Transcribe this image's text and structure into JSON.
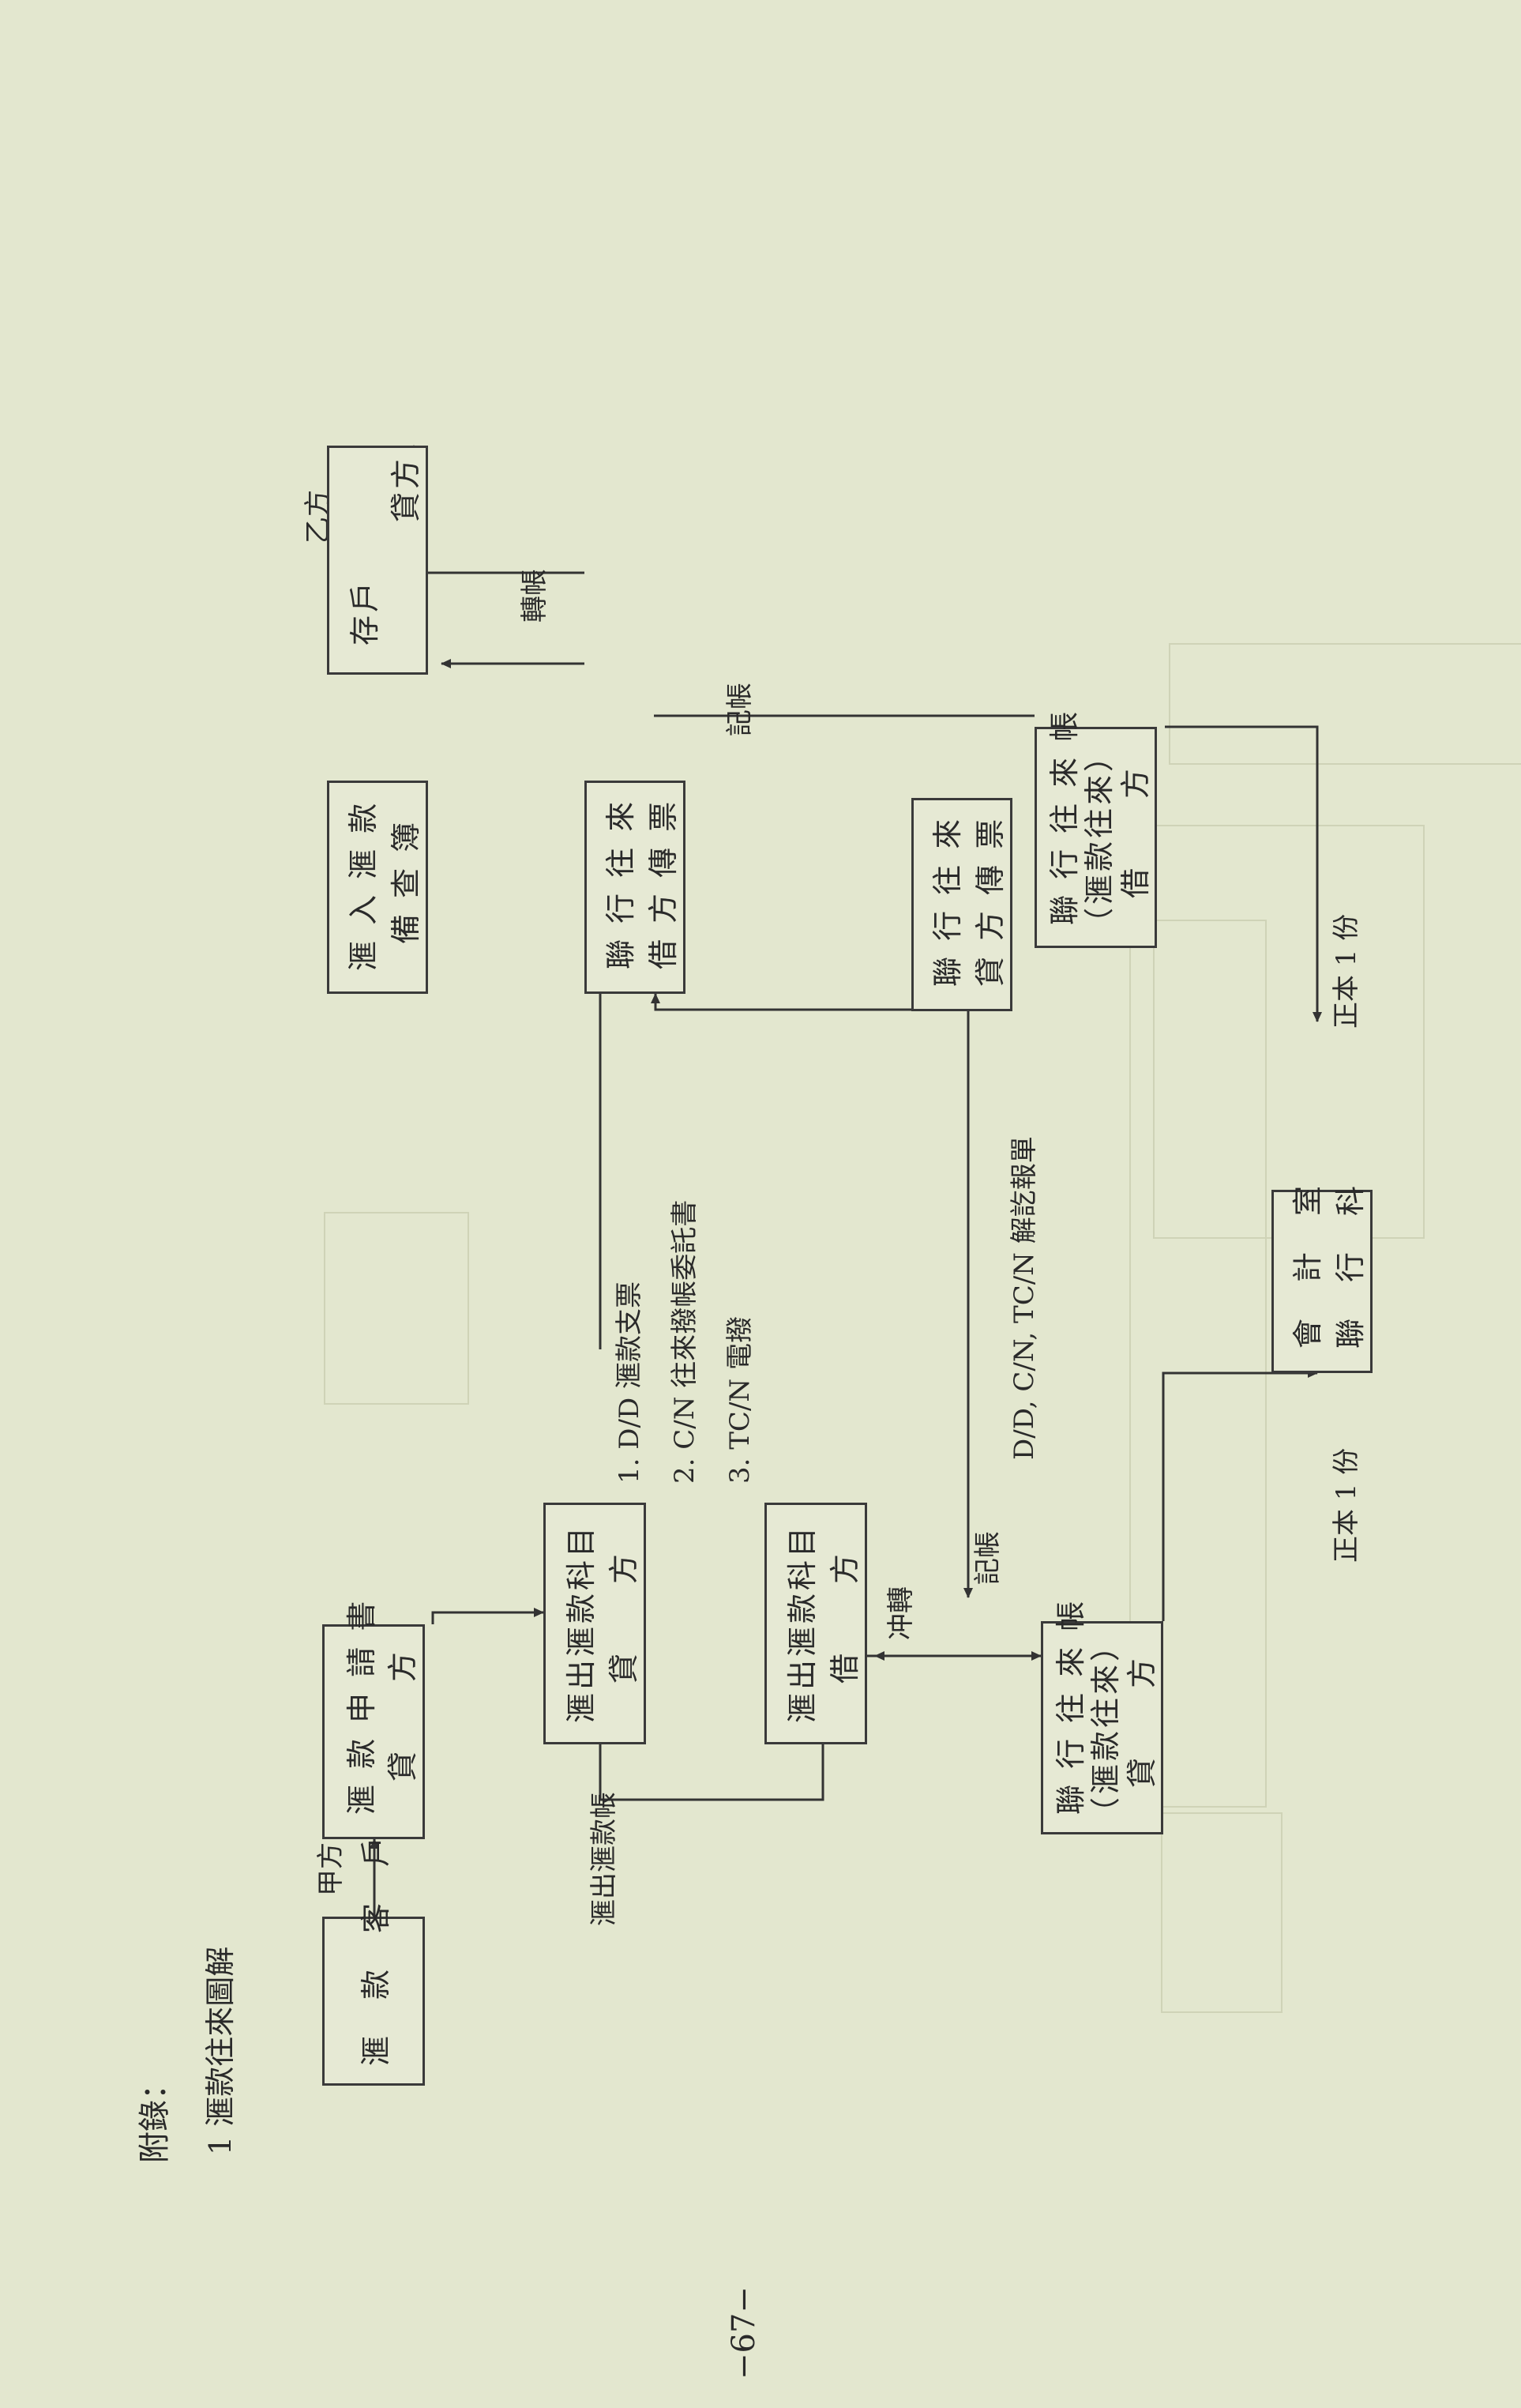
{
  "appendix": {
    "label": "附錄：",
    "item": "1 滙款往來圖解"
  },
  "page_number": "−67−",
  "sides": {
    "a": "甲方",
    "b": "乙方"
  },
  "boxes": {
    "remit_customer": "滙　款　客　戶",
    "remit_application": {
      "line1": "滙 款 申 請 書",
      "line2": "貸　　方"
    },
    "outward_credit": {
      "line1": "滙出滙款科目",
      "line2": "貸　　方"
    },
    "outward_debit": {
      "line1": "滙出滙款科目",
      "line2": "借　　方"
    },
    "branch_ledger_credit": {
      "line1": "聯 行 往 來 帳",
      "line2": "（滙款往來）",
      "line3": "貸　　方"
    },
    "inward_check_book": {
      "line1": "滙 入 滙 款",
      "line2": "備 查 簿"
    },
    "voucher_debit": {
      "line1": "聯 行 往 來",
      "line2": "借 方 傳 票"
    },
    "voucher_credit": {
      "line1": "聯 行 往 來",
      "line2": "貸 方 傳 票"
    },
    "deposit_credit": {
      "line1": "存戶",
      "line2": "貸方"
    },
    "branch_ledger_debit": {
      "line1": "聯 行 往 來 帳",
      "line2": "（滙款往來）",
      "line3": "借　　方"
    },
    "accounting": {
      "line1": "會　計　室",
      "line2": "聯　行　科"
    }
  },
  "labels": {
    "outward_account": "滙出滙款帳",
    "instruments": [
      "1. D/D 滙款支票",
      "2. C/N 往來撥帳委託書",
      "3. TC/N 電撥"
    ],
    "settlement": "D/D, C/N, TC/N 解訖報單",
    "offset": "冲轉",
    "record_1": "記帳",
    "record_2": "記帳",
    "transfer": "轉帳",
    "copy_1": "正本 1 份",
    "copy_2": "正本 1 份"
  }
}
